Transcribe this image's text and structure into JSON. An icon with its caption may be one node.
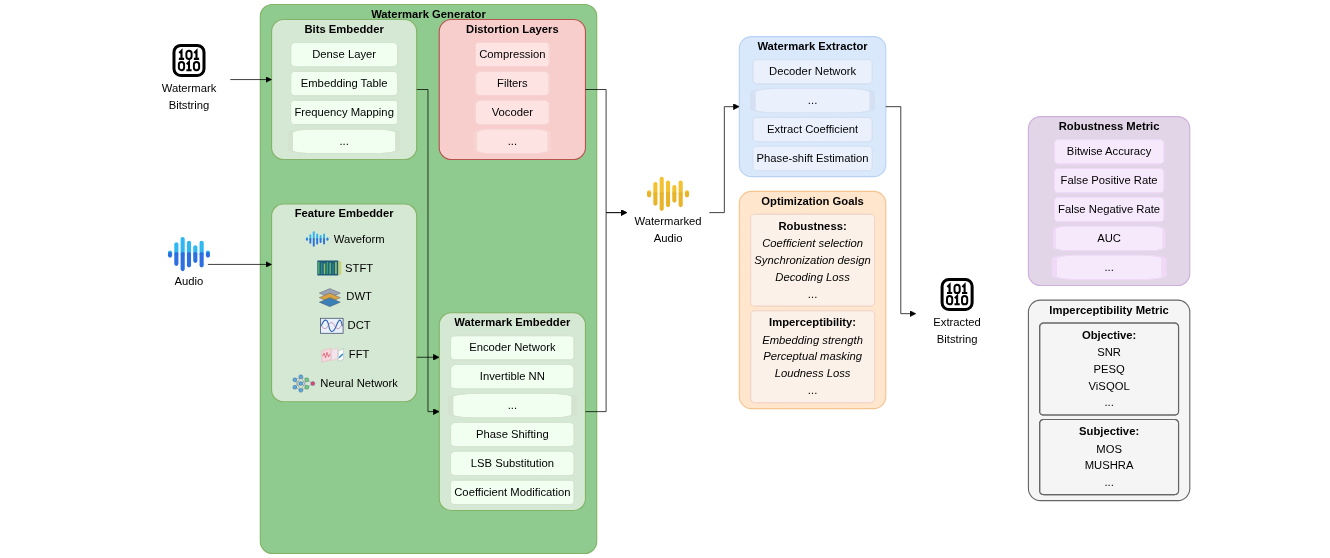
{
  "diagram": {
    "nodes": [
      {
        "text": [
          "Watermark Bitstring"
        ]
      },
      {
        "text": [
          "Audio"
        ]
      },
      {
        "text": [
          "Watermark Generator"
        ]
      },
      {
        "text": [
          "Bits Embedder"
        ],
        "in": 2
      },
      {
        "text": [
          "Dense Layer"
        ],
        "in": 3
      },
      {
        "text": [
          "Embedding Table"
        ],
        "in": 3
      },
      {
        "text": [
          "Frequency Mapping"
        ],
        "in": 3
      },
      {
        "text": [
          "..."
        ],
        "in": 3
      },
      {
        "text": [
          "Feature Embedder"
        ],
        "in": 2
      },
      {
        "text": [
          "Waveform"
        ],
        "in": 8
      },
      {
        "text": [
          "STFT"
        ],
        "in": 8
      },
      {
        "text": [
          "DWT"
        ],
        "in": 8
      },
      {
        "text": [
          "DCT"
        ],
        "in": 8
      },
      {
        "text": [
          "FFT"
        ],
        "in": 8
      },
      {
        "text": [
          "Neural Network"
        ],
        "in": 8
      },
      {
        "text": [
          "Distortion Layers"
        ],
        "in": 2
      },
      {
        "text": [
          "Compression"
        ],
        "in": 15
      },
      {
        "text": [
          "Filters"
        ],
        "in": 15
      },
      {
        "text": [
          "Vocoder"
        ],
        "in": 15
      },
      {
        "text": [
          "..."
        ],
        "in": 15
      },
      {
        "text": [
          "Watermark Embedder"
        ],
        "in": 2
      },
      {
        "text": [
          "Encoder Network"
        ],
        "in": 20
      },
      {
        "text": [
          "Invertible NN"
        ],
        "in": 20
      },
      {
        "text": [
          "..."
        ],
        "in": 20
      },
      {
        "text": [
          "Phase Shifting"
        ],
        "in": 20
      },
      {
        "text": [
          "LSB Substitution"
        ],
        "in": 20
      },
      {
        "text": [
          "Coefficient Modification"
        ],
        "in": 20
      },
      {
        "text": [
          "Watermarked Audio"
        ]
      },
      {
        "text": [
          "Watermark Extractor"
        ]
      },
      {
        "text": [
          "Decoder Network"
        ],
        "in": 28
      },
      {
        "text": [
          "..."
        ],
        "in": 28
      },
      {
        "text": [
          "Extract Coefficient"
        ],
        "in": 28
      },
      {
        "text": [
          "Phase-shift Estimation"
        ],
        "in": 28
      },
      {
        "text": [
          "Extracted Bitstring"
        ]
      },
      {
        "text": [
          "Robustness Metric"
        ]
      },
      {
        "text": [
          "Bitwise Accuracy"
        ],
        "in": 34
      },
      {
        "text": [
          "False Positive Rate"
        ],
        "in": 34
      },
      {
        "text": [
          "False Negative Rate"
        ],
        "in": 34
      },
      {
        "text": [
          "AUC"
        ],
        "in": 34
      },
      {
        "text": [
          "..."
        ],
        "in": 34
      },
      {
        "text": [
          "Optimization Goals"
        ]
      },
      {
        "text": [
          "Robustness:",
          "Coefficient selection",
          "Synchronization design",
          "Decoding Loss",
          "..."
        ],
        "in": 40
      },
      {
        "text": [
          "Imperceptibility:",
          "Embedding strength",
          "Perceptual masking",
          "Loudness Loss",
          "..."
        ],
        "in": 40
      },
      {
        "text": [
          "Imperceptibility Metric"
        ]
      },
      {
        "text": [
          "Objective:",
          "SNR",
          "PESQ",
          "ViSQOL",
          "..."
        ],
        "in": 43
      },
      {
        "text": [
          "Subjective:",
          "MOS",
          "MUSHRA",
          "..."
        ],
        "in": 43
      }
    ],
    "edges": [
      {
        "from": 0,
        "to": 3,
        "arrow": "to"
      },
      {
        "from": 1,
        "to": 8,
        "arrow": "to"
      },
      {
        "from": 3,
        "to": 20,
        "arrow": "to"
      },
      {
        "from": 8,
        "to": 20,
        "arrow": "to"
      },
      {
        "from": 20,
        "to": 27,
        "arrow": "to"
      },
      {
        "from": 15,
        "to": 27,
        "arrow": "to"
      },
      {
        "from": 27,
        "to": 28,
        "arrow": "to"
      },
      {
        "from": 28,
        "to": 33,
        "arrow": "to"
      }
    ]
  }
}
